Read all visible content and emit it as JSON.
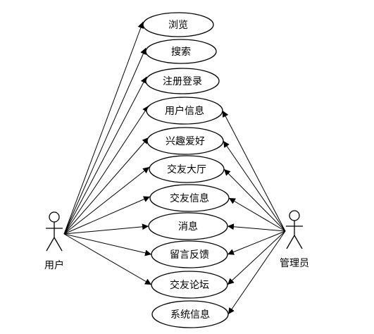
{
  "actors": {
    "user": {
      "label": "用户"
    },
    "admin": {
      "label": "管理员"
    }
  },
  "use_cases": [
    {
      "label": "浏览"
    },
    {
      "label": "搜索"
    },
    {
      "label": "注册登录"
    },
    {
      "label": "用户信息"
    },
    {
      "label": "兴趣爱好"
    },
    {
      "label": "交友大厅"
    },
    {
      "label": "交友信息"
    },
    {
      "label": "消息"
    },
    {
      "label": "留言反馈"
    },
    {
      "label": "交友论坛"
    },
    {
      "label": "系统信息"
    }
  ]
}
